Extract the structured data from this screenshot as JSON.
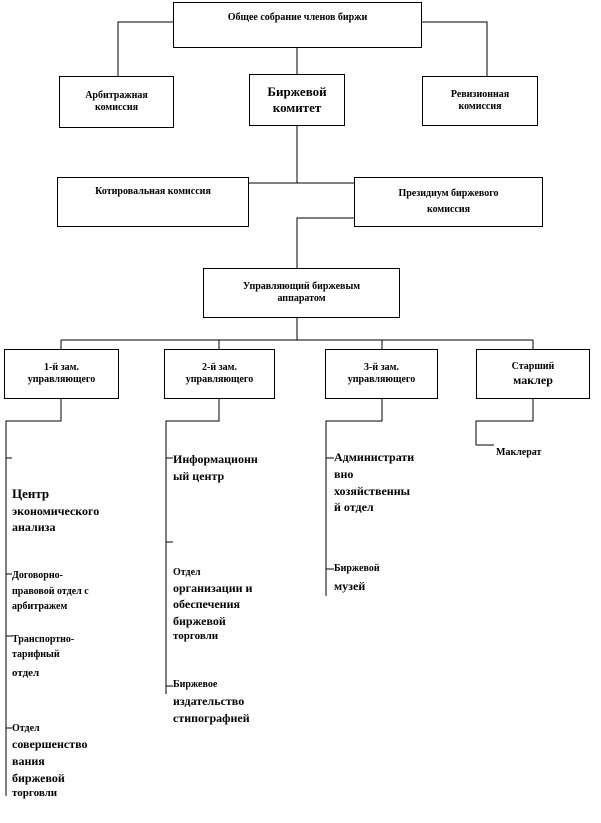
{
  "top": {
    "general_meeting": "Общее собрание членов биржи"
  },
  "level2": {
    "arbitration": [
      "Арбитражная",
      "комиссия"
    ],
    "committee": [
      "Биржевой",
      "комитет"
    ],
    "audit": [
      "Ревизионная",
      "комиссия"
    ]
  },
  "level3": {
    "quotation": "Котировальная комиссия",
    "presidium": [
      "Президиум биржевого",
      "комиссия"
    ]
  },
  "manager": [
    "Управляющий биржевым",
    "аппаратом"
  ],
  "deputies": {
    "d1": [
      "1-й зам.",
      "управляющего"
    ],
    "d2": [
      "2-й зам.",
      "управляющего"
    ],
    "d3": [
      "3-й зам.",
      "управляющего"
    ],
    "broker": [
      "Старший",
      "маклер"
    ]
  },
  "col1": {
    "center": [
      "Центр",
      "экономического",
      "анализа"
    ],
    "legal": [
      "Договорно-",
      "правовой отдел с",
      "арбитражем"
    ],
    "transport": [
      "Транспортно-",
      "тарифный",
      "отдел"
    ],
    "improvement": [
      "Отдел",
      "совершенство",
      "вания",
      "биржевой",
      "торговли"
    ]
  },
  "col2": {
    "info": [
      "Информационн",
      "ый центр"
    ],
    "org": [
      "Отдел",
      "организации и",
      "обеспечения",
      "биржевой",
      "торговли"
    ],
    "publishing": [
      "Биржевое",
      "издательство",
      "стипографией"
    ]
  },
  "col3": {
    "admin": [
      "Администрати",
      "вно",
      "хозяйственны",
      "й отдел"
    ],
    "museum": [
      "Биржевой",
      "музей"
    ]
  },
  "col4": {
    "brokerage": "Маклерат"
  }
}
